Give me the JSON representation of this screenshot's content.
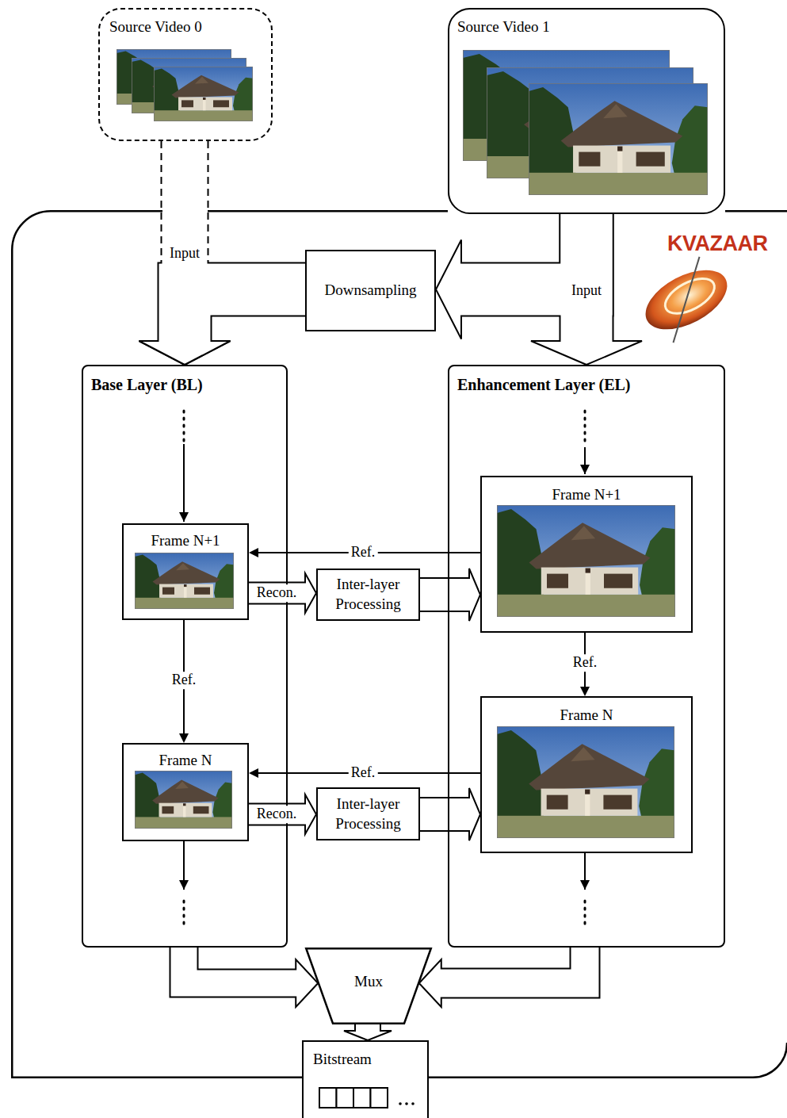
{
  "diagram": {
    "nodes": [
      {
        "text": [
          "Source Video 0"
        ]
      },
      {
        "text": [
          "Source Video 1"
        ]
      },
      {
        "text": [
          "KVAZAAR"
        ]
      },
      {
        "text": [
          "Downsampling"
        ],
        "in": 2
      },
      {
        "text": [
          "Base Layer (BL)"
        ],
        "in": 2
      },
      {
        "text": [
          "Frame N+1"
        ],
        "in": 4
      },
      {
        "text": [
          "Frame N"
        ],
        "in": 4
      },
      {
        "text": [
          "Enhancement Layer (EL)"
        ],
        "in": 2
      },
      {
        "text": [
          "Frame N+1"
        ],
        "in": 7
      },
      {
        "text": [
          "Frame N"
        ],
        "in": 7
      },
      {
        "text": [
          "Inter-layer Processing"
        ],
        "in": 2
      },
      {
        "text": [
          "Inter-layer Processing"
        ],
        "in": 2
      },
      {
        "text": [
          "Mux"
        ],
        "in": 2
      },
      {
        "text": [
          "Bitstream"
        ],
        "in": 2
      }
    ],
    "edges": [
      {
        "from": 0,
        "to": 4,
        "label": "Input",
        "arrow": "to"
      },
      {
        "from": 1,
        "to": 3,
        "arrow": "to"
      },
      {
        "from": 1,
        "to": 7,
        "label": "Input",
        "arrow": "to"
      },
      {
        "from": 3,
        "to": 4,
        "arrow": "to"
      },
      {
        "from": 8,
        "to": 5,
        "label": "Ref.",
        "arrow": "to"
      },
      {
        "from": 5,
        "to": 6,
        "label": "Ref.",
        "arrow": "to"
      },
      {
        "from": 5,
        "to": 10,
        "label": "Recon.",
        "arrow": "to"
      },
      {
        "from": 10,
        "to": 8,
        "arrow": "to"
      },
      {
        "from": 8,
        "to": 9,
        "label": "Ref.",
        "arrow": "to"
      },
      {
        "from": 9,
        "to": 6,
        "label": "Ref.",
        "arrow": "to"
      },
      {
        "from": 6,
        "to": 11,
        "label": "Recon.",
        "arrow": "to"
      },
      {
        "from": 11,
        "to": 9,
        "arrow": "to"
      },
      {
        "from": 4,
        "to": 12,
        "arrow": "to"
      },
      {
        "from": 7,
        "to": 12,
        "arrow": "to"
      },
      {
        "from": 12,
        "to": 13,
        "arrow": "to"
      }
    ]
  }
}
